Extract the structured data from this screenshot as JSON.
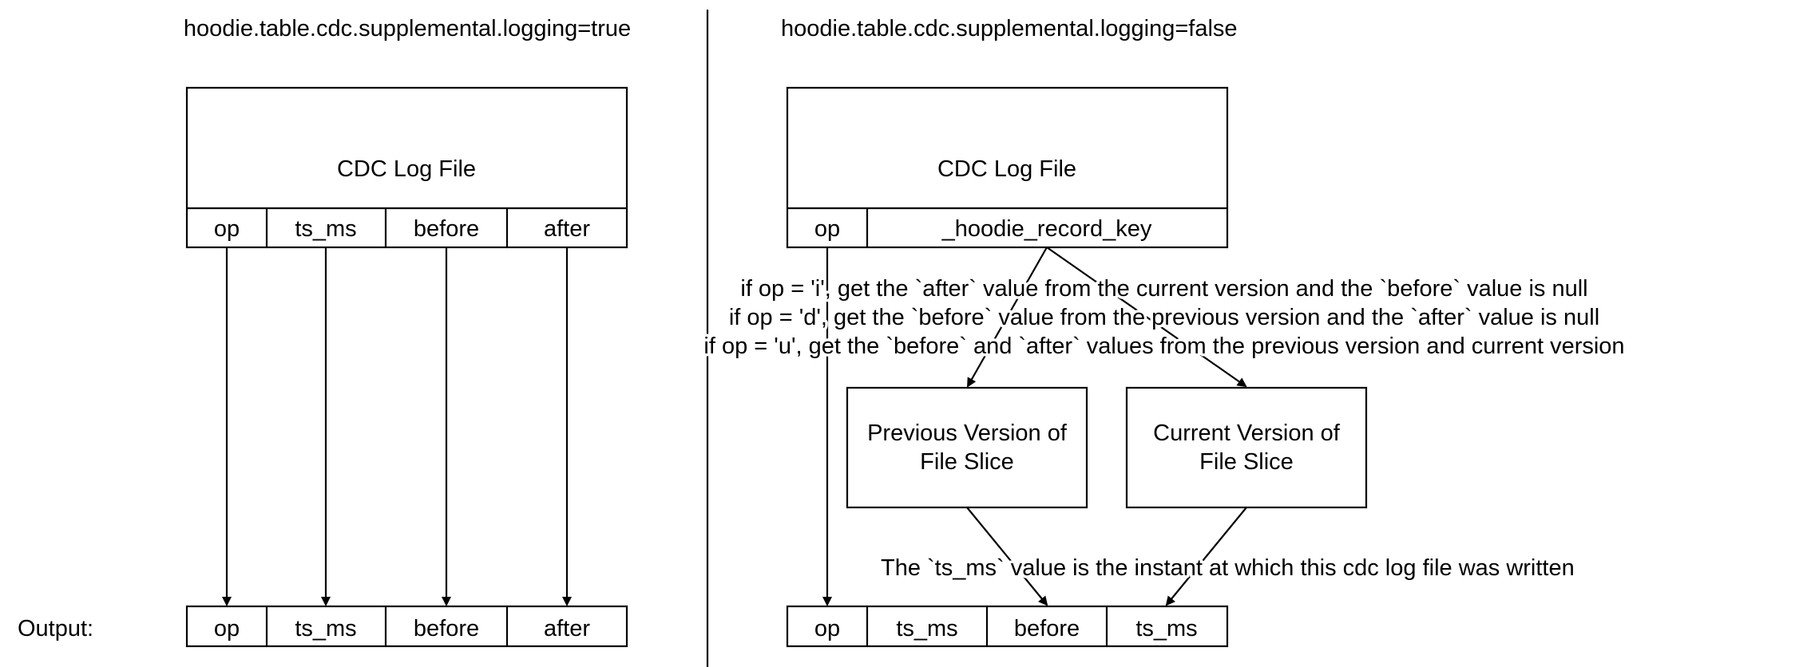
{
  "left": {
    "title": "hoodie.table.cdc.supplemental.logging=true",
    "log_file": "CDC Log File",
    "columns": [
      "op",
      "ts_ms",
      "before",
      "after"
    ],
    "output_columns": [
      "op",
      "ts_ms",
      "before",
      "after"
    ]
  },
  "right": {
    "title": "hoodie.table.cdc.supplemental.logging=false",
    "log_file": "CDC Log File",
    "columns": [
      "op",
      "_hoodie_record_key"
    ],
    "conditions": [
      "if op = 'i', get the `after` value from the current version and the `before` value is null",
      "if op = 'd', get the `before` value from the previous version  and the `after` value is null",
      "if op = 'u', get the `before` and `after` values from the previous version and current version"
    ],
    "previous_version": [
      "Previous Version of",
      "File Slice"
    ],
    "current_version": [
      "Current Version of",
      "File Slice"
    ],
    "ts_note": "The `ts_ms` value is the instant at which this cdc log file was written",
    "output_columns": [
      "op",
      "ts_ms",
      "before",
      "ts_ms"
    ]
  },
  "output_label": "Output:"
}
